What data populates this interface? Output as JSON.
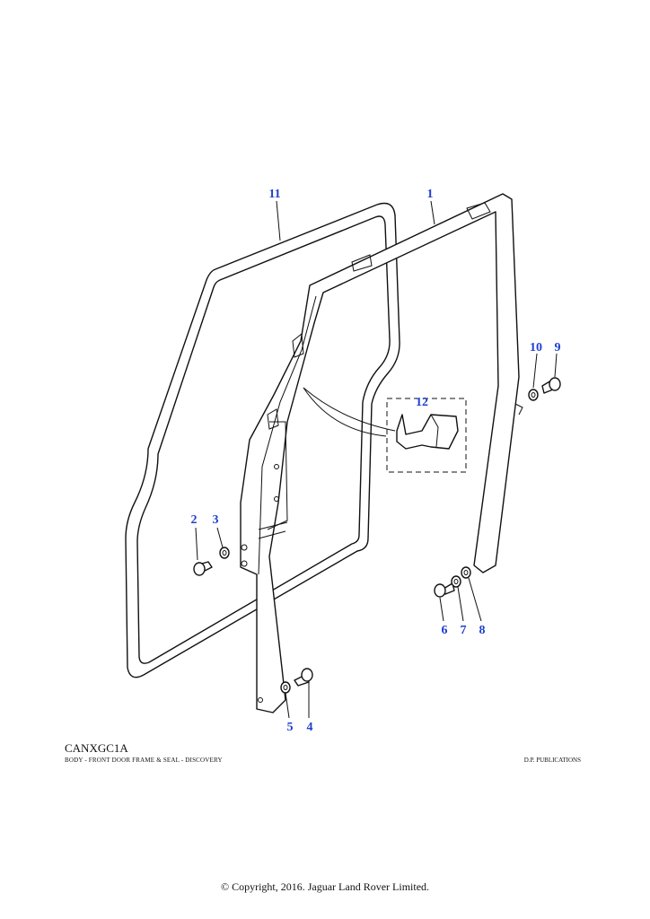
{
  "callouts": {
    "c1": "1",
    "c2": "2",
    "c3": "3",
    "c4": "4",
    "c5": "5",
    "c6": "6",
    "c7": "7",
    "c8": "8",
    "c9": "9",
    "c10": "10",
    "c11": "11",
    "c12": "12"
  },
  "caption": {
    "code": "CANXGC1A",
    "title": "BODY - FRONT DOOR FRAME & SEAL - DISCOVERY",
    "publisher": "D.P. PUBLICATIONS"
  },
  "footer": {
    "copyright": "© Copyright, 2016. Jaguar Land Rover Limited."
  },
  "colors": {
    "callout": "#1f3fcf",
    "line": "#111111"
  }
}
